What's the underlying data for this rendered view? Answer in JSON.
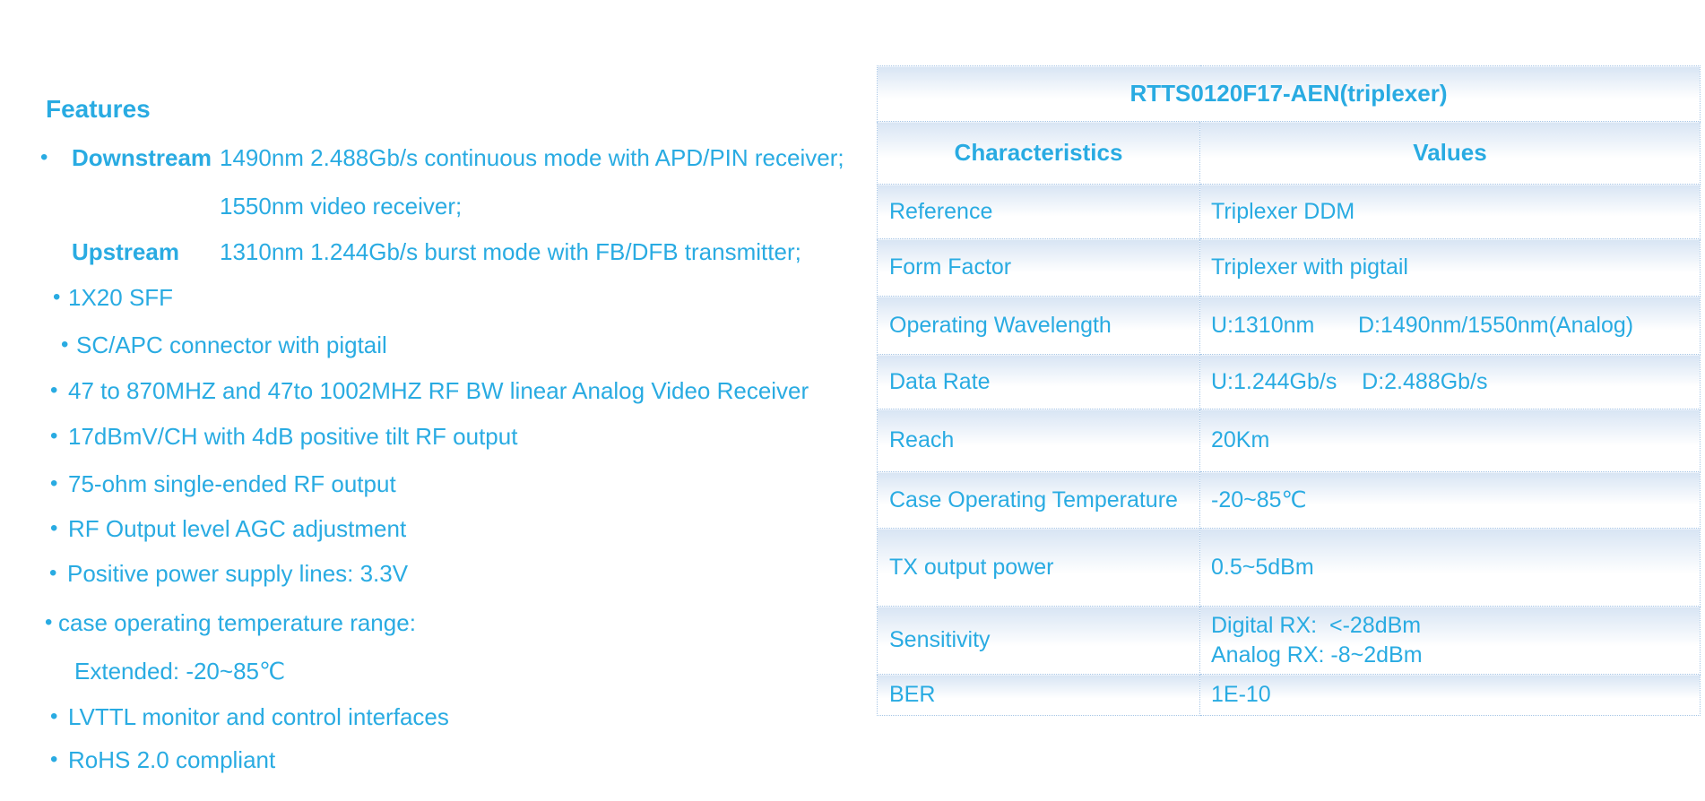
{
  "accent_color": "#29abe2",
  "table_border_color": "#a7c6e6",
  "row_gradient_top_color": "#d8e5f4",
  "features": {
    "title": "Features",
    "lines": [
      {
        "bullet": "•",
        "label": "Downstream",
        "text": "1490nm 2.488Gb/s continuous mode with APD/PIN receiver;"
      },
      {
        "text": "1550nm video receiver;"
      },
      {
        "label": "Upstream",
        "text": "1310nm 1.244Gb/s burst mode with FB/DFB transmitter;"
      },
      {
        "bullet": "•",
        "text": "1X20 SFF"
      },
      {
        "bullet": "•",
        "text": "SC/APC connector with pigtail"
      },
      {
        "bullet": "•",
        "text": "47 to 870MHZ and 47to 1002MHZ RF BW linear Analog Video Receiver"
      },
      {
        "bullet": "•",
        "text": "17dBmV/CH with 4dB positive tilt RF output"
      },
      {
        "bullet": "•",
        "text": "75-ohm single-ended RF output"
      },
      {
        "bullet": "•",
        "text": "RF Output level AGC adjustment"
      },
      {
        "bullet": "•",
        "text": "Positive power supply lines: 3.3V"
      },
      {
        "bullet": "•",
        "text": "case operating temperature range:"
      },
      {
        "text": "Extended: -20~85℃"
      },
      {
        "bullet": "•",
        "text": "LVTTL monitor and control interfaces"
      },
      {
        "bullet": "•",
        "text": "RoHS 2.0 compliant"
      }
    ]
  },
  "table": {
    "title": "RTTS0120F17-AEN(triplexer)",
    "columns": [
      "Characteristics",
      "Values"
    ],
    "rows": [
      {
        "characteristic": "Reference",
        "value": "Triplexer DDM"
      },
      {
        "characteristic": "Form Factor",
        "value": "Triplexer with pigtail"
      },
      {
        "characteristic": "Operating Wavelength",
        "value": "U:1310nm       D:1490nm/1550nm(Analog)"
      },
      {
        "characteristic": "Data Rate",
        "value": "U:1.244Gb/s    D:2.488Gb/s"
      },
      {
        "characteristic": "Reach",
        "value": "20Km"
      },
      {
        "characteristic": "Case Operating Temperature",
        "value": "-20~85℃"
      },
      {
        "characteristic": "TX output power",
        "value": "0.5~5dBm"
      },
      {
        "characteristic": "Sensitivity",
        "value": "Digital RX:  <-28dBm\nAnalog RX: -8~2dBm"
      },
      {
        "characteristic": "BER",
        "value": "1E-10"
      }
    ]
  }
}
